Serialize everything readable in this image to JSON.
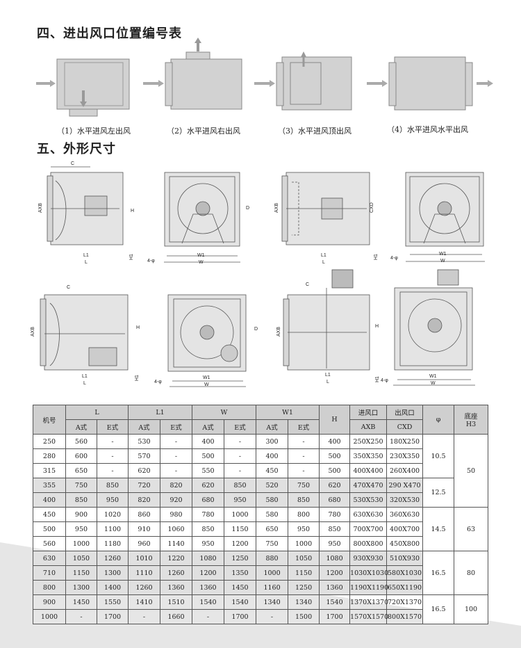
{
  "sections": {
    "s4_title": "四、进出风口位置编号表",
    "s5_title": "五、外形尺寸"
  },
  "arrangements": [
    "（1）水平进风左出风",
    "（2）水平进风右出风",
    "（3）水平进风顶出风",
    "（4）水平进风水平出风"
  ],
  "dims": {
    "c": "C",
    "axb": "AXB",
    "cxd": "CXD",
    "h": "H",
    "d": "D",
    "l1": "L1",
    "l": "L",
    "h1": "H1",
    "w1": "W1",
    "w": "W",
    "phi": "4-φ"
  },
  "table": {
    "headers": {
      "model": "机号",
      "l": "L",
      "l1": "L1",
      "w": "W",
      "w1": "W1",
      "h": "H",
      "inlet": "进风口",
      "outlet": "出风口",
      "phi": "φ",
      "base": "底座",
      "base2": "H3",
      "a": "A式",
      "e": "E式",
      "axb": "AXB",
      "cxd": "CXD"
    },
    "rows": [
      [
        "250",
        "560",
        "-",
        "530",
        "-",
        "400",
        "-",
        "300",
        "-",
        "400",
        "250X250",
        "180X250"
      ],
      [
        "280",
        "600",
        "-",
        "570",
        "-",
        "500",
        "-",
        "400",
        "-",
        "500",
        "350X350",
        "230X350"
      ],
      [
        "315",
        "650",
        "-",
        "620",
        "-",
        "550",
        "-",
        "450",
        "-",
        "500",
        "400X400",
        "260X400"
      ],
      [
        "355",
        "750",
        "850",
        "720",
        "820",
        "620",
        "850",
        "520",
        "750",
        "620",
        "470X470",
        "290 X470"
      ],
      [
        "400",
        "850",
        "950",
        "820",
        "920",
        "680",
        "950",
        "580",
        "850",
        "680",
        "530X530",
        "320X530"
      ],
      [
        "450",
        "900",
        "1020",
        "860",
        "980",
        "780",
        "1000",
        "580",
        "800",
        "780",
        "630X630",
        "360X630"
      ],
      [
        "500",
        "950",
        "1100",
        "910",
        "1060",
        "850",
        "1150",
        "650",
        "950",
        "850",
        "700X700",
        "400X700"
      ],
      [
        "560",
        "1000",
        "1180",
        "960",
        "1140",
        "950",
        "1200",
        "750",
        "1000",
        "950",
        "800X800",
        "450X800"
      ],
      [
        "630",
        "1050",
        "1260",
        "1010",
        "1220",
        "1080",
        "1250",
        "880",
        "1050",
        "1080",
        "930X930",
        "510X930"
      ],
      [
        "710",
        "1150",
        "1300",
        "1110",
        "1260",
        "1200",
        "1350",
        "1000",
        "1150",
        "1200",
        "1030X1030",
        "580X1030"
      ],
      [
        "800",
        "1300",
        "1400",
        "1260",
        "1360",
        "1360",
        "1450",
        "1160",
        "1250",
        "1360",
        "1190X1190",
        "650X1190"
      ],
      [
        "900",
        "1450",
        "1550",
        "1410",
        "1510",
        "1540",
        "1540",
        "1340",
        "1340",
        "1540",
        "1370X1370",
        "720X1370"
      ],
      [
        "1000",
        "-",
        "1700",
        "-",
        "1660",
        "-",
        "1700",
        "-",
        "1500",
        "1700",
        "1570X1570",
        "800X1570"
      ]
    ],
    "phi_groups": [
      "10.5",
      "12.5",
      "14.5",
      "16.5",
      "16.5"
    ],
    "base_groups": [
      "50",
      "63",
      "80",
      "100"
    ]
  }
}
